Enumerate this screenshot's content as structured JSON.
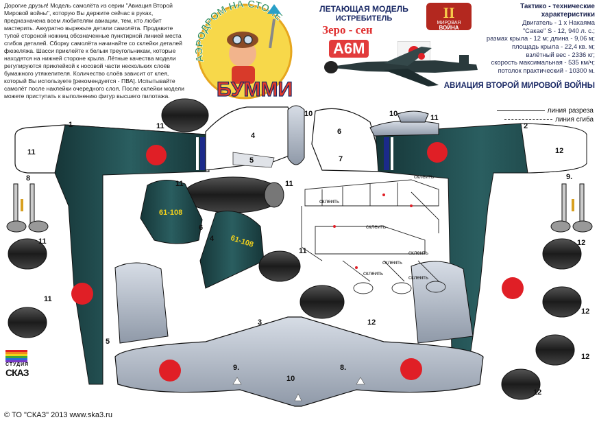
{
  "intro_text": "Дорогие друзья! Модель самолёта из серии \"Авиация Второй Мировой войны\", которую Вы держите сейчас в руках, предназначена всем любителям авиации, тем, кто любит мастерить. Аккуратно вырежьте детали самолёта. Продавите тупой стороной ножниц обозначенные пунктирной линией места сгибов деталей. Сборку самолёта начинайте со склейки деталей фюзеляжа. Шасси приклейте к белым треугольникам, которые находятся на нижней стороне крыла. Лётные качества модели регулируются приклейкой к носовой части нескольких слоёв бумажного утяжелителя. Количество слоёв зависит от клея, который Вы используете [рекомендуется - ПВА]. Испытывайте самолёт после наклейки очередного слоя. После склейки модели можете приступать к выполнению фигур высшего пилотажа.",
  "brand": {
    "arc_text": "АЭРОДРОМ НА СТОЛЕ",
    "name": "БУММИ"
  },
  "heading": {
    "line1": "ЛЕТАЮЩАЯ МОДЕЛЬ",
    "line2": "ИСТРЕБИТЕЛЬ",
    "model_name": "Зеро - сен",
    "model_code": "А6М"
  },
  "series_badge": {
    "numeral": "II",
    "line1": "МИРОВАЯ",
    "line2": "ВОЙНА"
  },
  "specs": {
    "title1": "Тактико - технические",
    "title2": "характеристики",
    "lines": [
      "Двигатель - 1 х Накаяма",
      "\"Сакае\" S - 12, 940 л. с.;",
      "размах крыла - 12 м; длина - 9,06 м;",
      "площадь крыла - 22,4 кв. м;",
      "взлётный вес - 2336 кг;",
      "скорость максимальная - 535 км/ч;",
      "потолок практический - 10300 м."
    ]
  },
  "banner": "АВИАЦИЯ ВТОРОЙ МИРОВОЙ ВОЙНЫ",
  "legend": {
    "cut_label": "линия разреза",
    "fold_label": "линия сгиба"
  },
  "aircraft_code": "61-108",
  "part_numbers": {
    "p1": "1",
    "p2": "2",
    "p3": "3",
    "p4": "4",
    "p5": "5",
    "p6": "6",
    "p7": "7",
    "p8": "8",
    "p8b": "8.",
    "p9": "9.",
    "p10": "10",
    "p11": "11",
    "p12": "12"
  },
  "glue_label": "склеить",
  "studio": {
    "line1": "СТУДИЯ",
    "line2": "СКАЗ"
  },
  "footer": "© ТО \"СКАЗ\" 2013 www.ska3.ru",
  "colors": {
    "fuselage_green": "#1f4a4c",
    "silver": "#b9c1cc",
    "hinomaru_red": "#e01f26",
    "title_blue": "#1b2a66"
  }
}
